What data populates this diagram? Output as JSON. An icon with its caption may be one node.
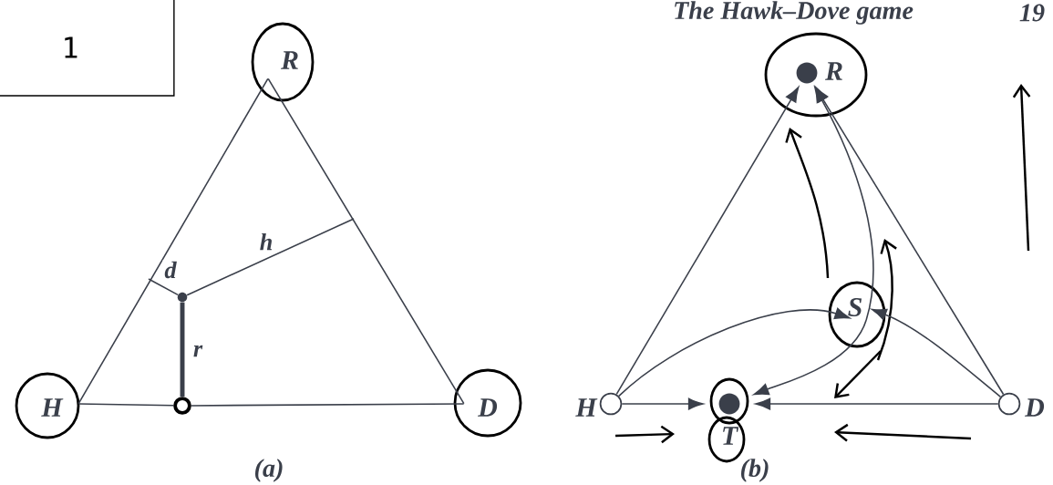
{
  "diagram": {
    "nodes": [
      {
        "text": [
          "1"
        ]
      },
      {
        "text": [
          "R"
        ]
      },
      {
        "text": [
          "H"
        ]
      },
      {
        "text": [
          "D"
        ]
      },
      {
        "text": [],
        "shape": "circle"
      },
      {
        "text": [],
        "shape": "circle"
      },
      {
        "text": [
          "R"
        ]
      },
      {
        "text": [
          "H"
        ]
      },
      {
        "text": [
          "D"
        ]
      },
      {
        "text": [
          "T"
        ]
      },
      {
        "text": [
          "S"
        ]
      }
    ],
    "edges": [
      {
        "from": 2,
        "to": 1,
        "arrow": "none"
      },
      {
        "from": 1,
        "to": 3,
        "arrow": "none"
      },
      {
        "from": 2,
        "to": 5,
        "arrow": "none"
      },
      {
        "from": 5,
        "to": 3,
        "arrow": "none"
      },
      {
        "from": 4,
        "to": 5,
        "arrow": "none",
        "label": "r",
        "style": "thick"
      },
      {
        "from": 4,
        "to": null,
        "arrow": "none",
        "label": "d"
      },
      {
        "from": 4,
        "to": null,
        "arrow": "none",
        "label": "h"
      },
      {
        "from": 7,
        "to": 6,
        "arrow": "to"
      },
      {
        "from": 8,
        "to": 6,
        "arrow": "to"
      },
      {
        "from": 7,
        "to": 9,
        "arrow": "to"
      },
      {
        "from": 8,
        "to": 9,
        "arrow": "to"
      },
      {
        "from": 7,
        "to": 10,
        "arrow": "to"
      },
      {
        "from": 8,
        "to": 10,
        "arrow": "to"
      },
      {
        "from": 10,
        "to": 6,
        "arrow": "to"
      },
      {
        "from": 10,
        "to": 9,
        "arrow": "to"
      }
    ],
    "labels": [
      "The Hawk–Dove game",
      "19",
      "(a)",
      "(b)"
    ]
  }
}
